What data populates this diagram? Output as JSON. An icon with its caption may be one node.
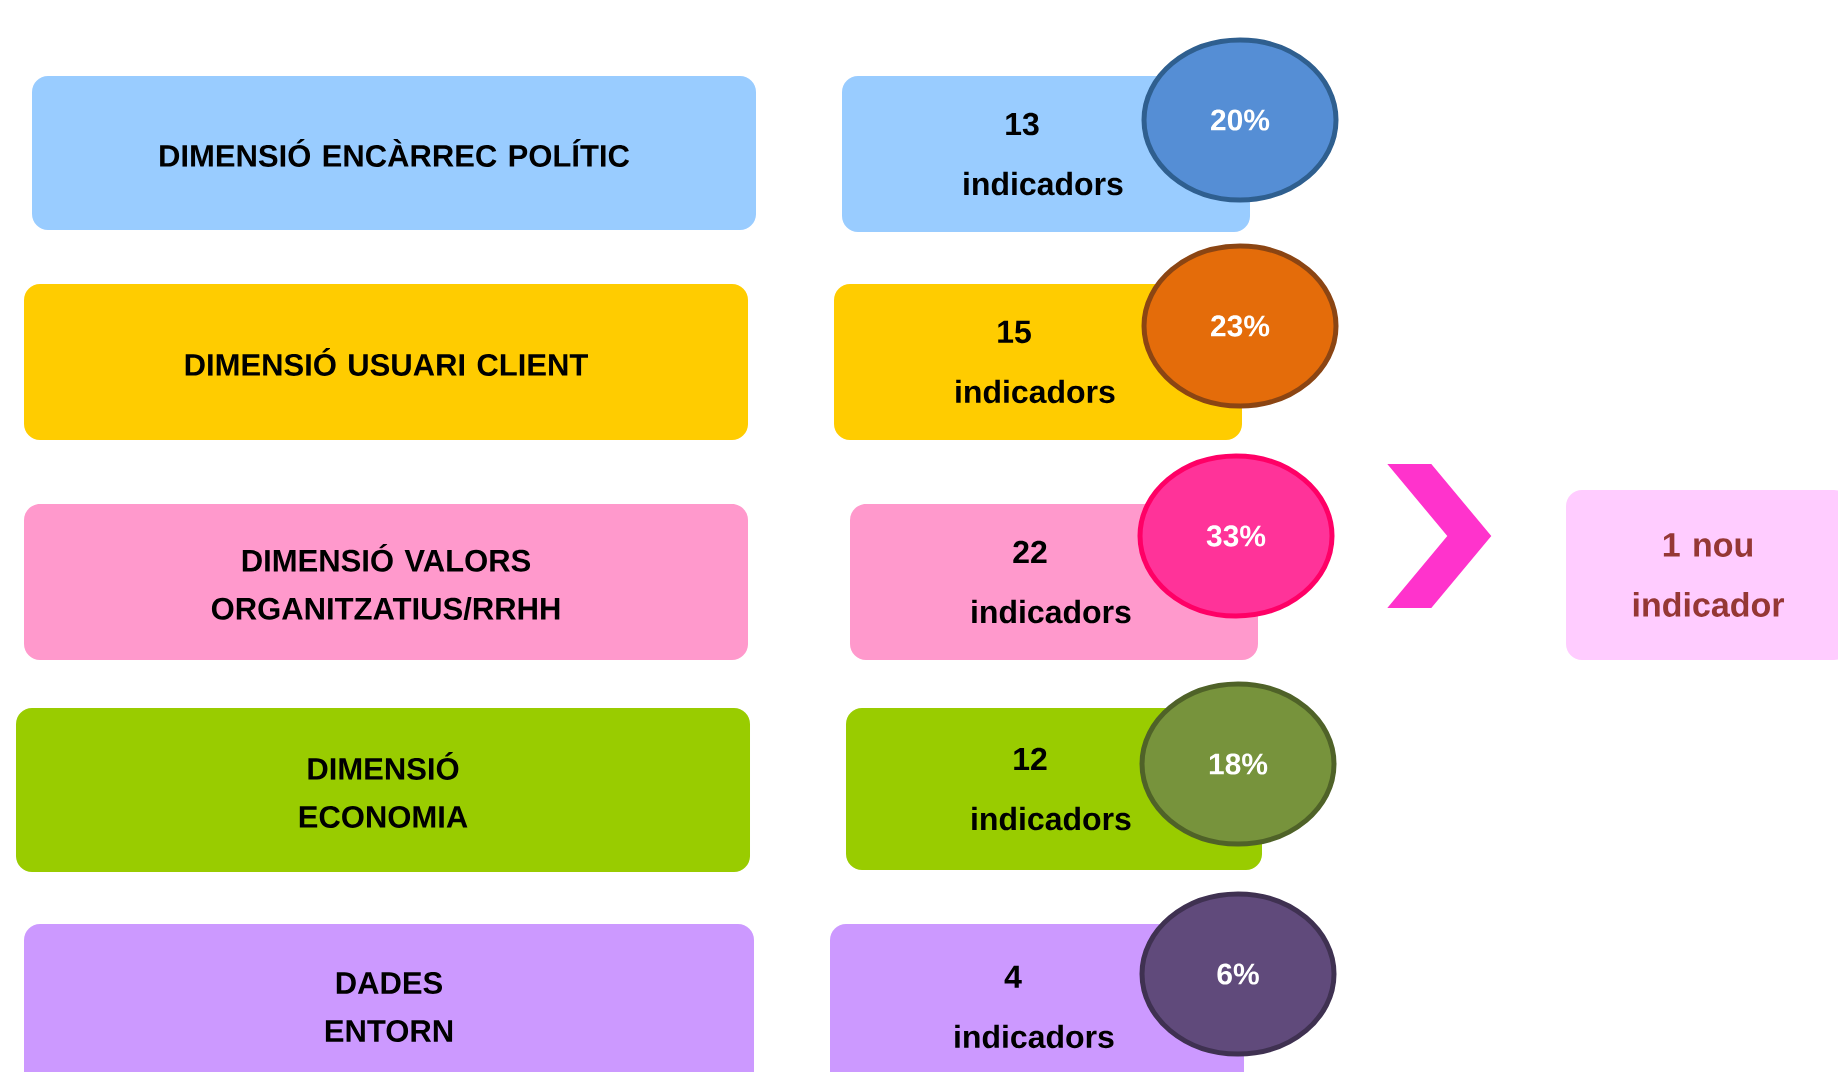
{
  "diagram": {
    "nodes": [
      {
        "text": [
          "DIMENSIÓ ENCÀRREC POLÍTIC"
        ]
      },
      {
        "text": [
          "13 indicadors"
        ]
      },
      {
        "text": [
          "20%"
        ]
      },
      {
        "text": [
          "DIMENSIÓ USUARI CLIENT"
        ]
      },
      {
        "text": [
          "15 indicadors"
        ]
      },
      {
        "text": [
          "23%"
        ]
      },
      {
        "text": [
          "DIMENSIÓ VALORS ORGANITZATIUS/RRHH"
        ]
      },
      {
        "text": [
          "22 indicadors"
        ]
      },
      {
        "text": [
          "33%"
        ]
      },
      {
        "text": [
          "1 nou indicador"
        ]
      },
      {
        "text": [
          "DIMENSIÓ ECONOMIA"
        ]
      },
      {
        "text": [
          "12 indicadors"
        ]
      },
      {
        "text": [
          "18%"
        ]
      },
      {
        "text": [
          "DADES ENTORN"
        ]
      },
      {
        "text": [
          "4 indicadors"
        ]
      },
      {
        "text": [
          "6%"
        ]
      }
    ],
    "edges": [
      {
        "from": 8,
        "to": 9,
        "arrow": "to"
      }
    ]
  }
}
